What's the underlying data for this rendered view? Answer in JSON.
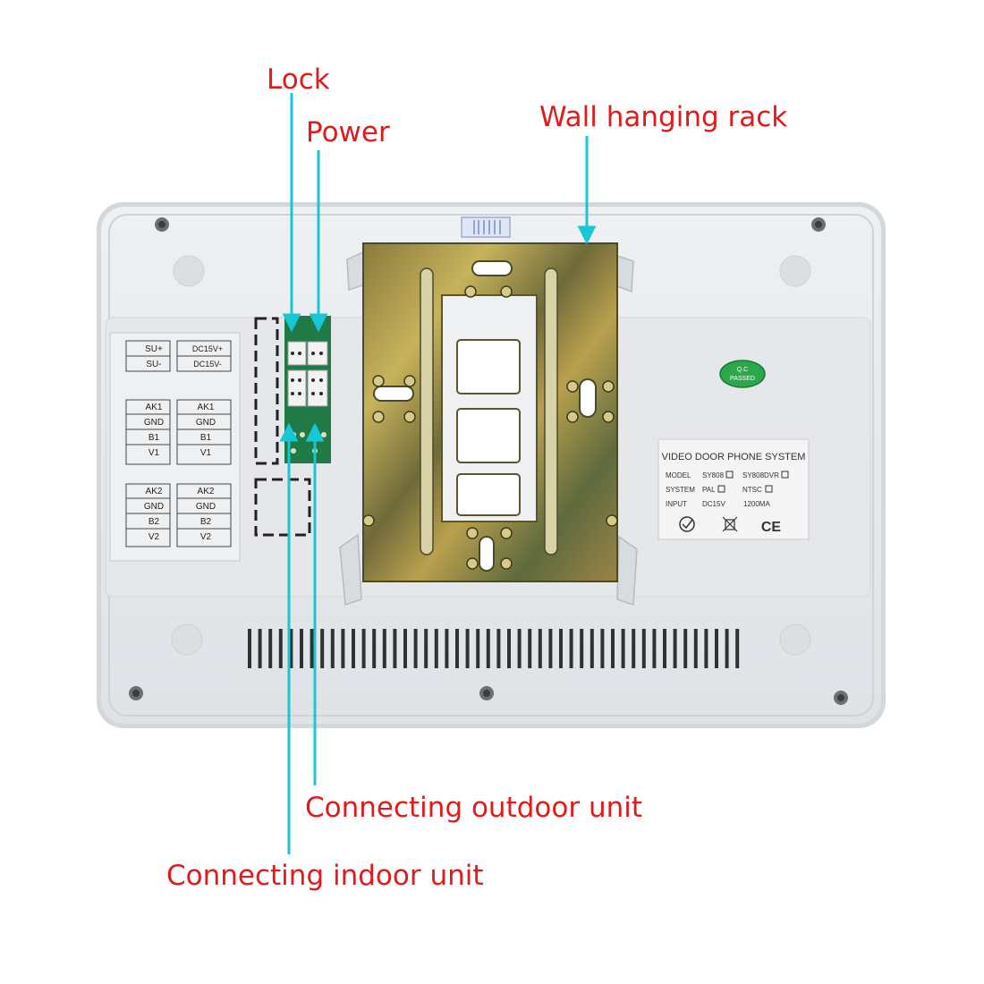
{
  "callouts": {
    "lock": "Lock",
    "power": "Power",
    "wall_rack": "Wall hanging rack",
    "outdoor": "Connecting outdoor unit",
    "indoor": "Connecting indoor unit"
  },
  "wiring": {
    "power_block": [
      "SU+",
      "SU-",
      "DC15V+",
      "DC15V-"
    ],
    "unit1": [
      "AK1",
      "GND",
      "B1",
      "V1"
    ],
    "unit2": [
      "AK2",
      "GND",
      "B2",
      "V2"
    ]
  },
  "qc_badge": {
    "line1": "Q.C",
    "line2": "PASSED"
  },
  "spec_label": {
    "title": "VIDEO DOOR PHONE SYSTEM",
    "model_label": "MODEL",
    "model_opt1": "SY808",
    "model_opt2": "SY808DVR",
    "system_label": "SYSTEM",
    "system_opt1": "PAL",
    "system_opt2": "NTSC",
    "input_label": "INPUT",
    "input_voltage": "DC15V",
    "input_current": "1200MA",
    "ce_mark": "CE"
  },
  "colors": {
    "callout_text": "#e01b1b",
    "arrow": "#19c6d6",
    "panel": "#e8eaed",
    "pcb": "#1f7a45",
    "qc_badge": "#2aa84a"
  }
}
